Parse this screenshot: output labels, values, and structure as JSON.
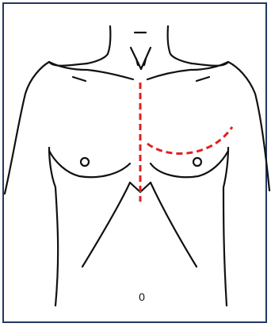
{
  "diagram": {
    "navel_label": "0",
    "colors": {
      "frame_border": "#1f3864",
      "outline": "#111111",
      "incision": "#e02020"
    },
    "markings": [
      {
        "name": "median-sternotomy",
        "style": "dashed"
      },
      {
        "name": "left-inframammary",
        "style": "dashed"
      }
    ]
  }
}
